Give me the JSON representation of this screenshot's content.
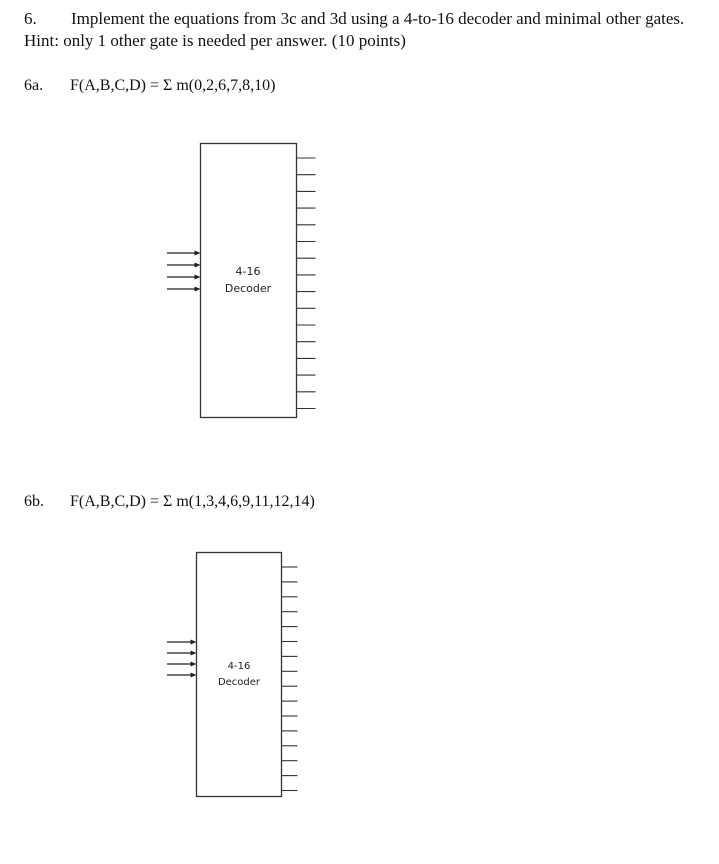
{
  "question": {
    "number": "6.",
    "text": "Implement the equations from 3c and 3d using a 4-to-16 decoder and minimal other gates.  Hint: only 1 other gate is needed per answer.  (10 points)"
  },
  "parts": [
    {
      "label": "6a.",
      "equation": "F(A,B,C,D) = Σ m(0,2,6,7,8,10)",
      "decoder": {
        "title": "4-16",
        "subtitle": "Decoder",
        "inputs": 4,
        "outputs": 16
      }
    },
    {
      "label": "6b.",
      "equation": "F(A,B,C,D) = Σ m(1,3,4,6,9,11,12,14)",
      "decoder": {
        "title": "4-16",
        "subtitle": "Decoder",
        "inputs": 4,
        "outputs": 16
      }
    }
  ]
}
